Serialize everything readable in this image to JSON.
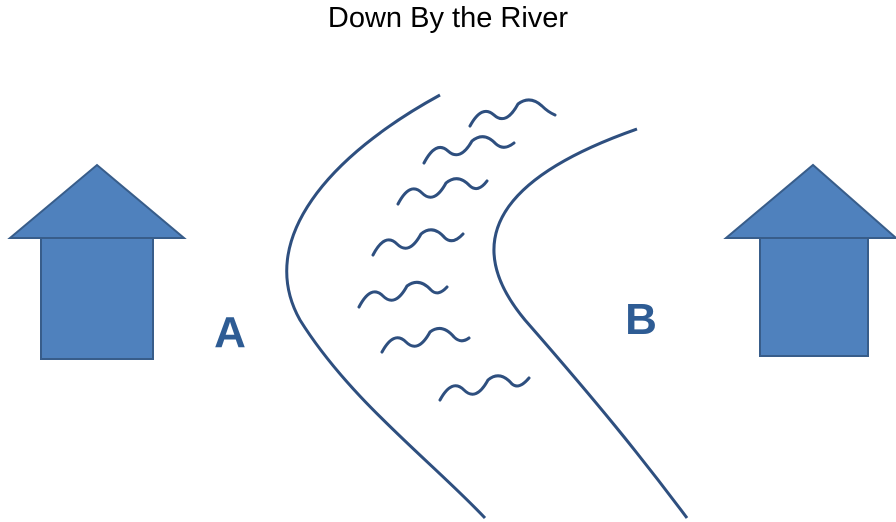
{
  "title": "Down By the River",
  "labels": {
    "left": "A",
    "right": "B"
  },
  "colors": {
    "house_fill": "#4F81BD",
    "house_stroke": "#385D8A",
    "line": "#2E4F7F",
    "label": "#2E5C94"
  },
  "icons": {
    "left_house": "house-icon",
    "right_house": "house-icon"
  }
}
